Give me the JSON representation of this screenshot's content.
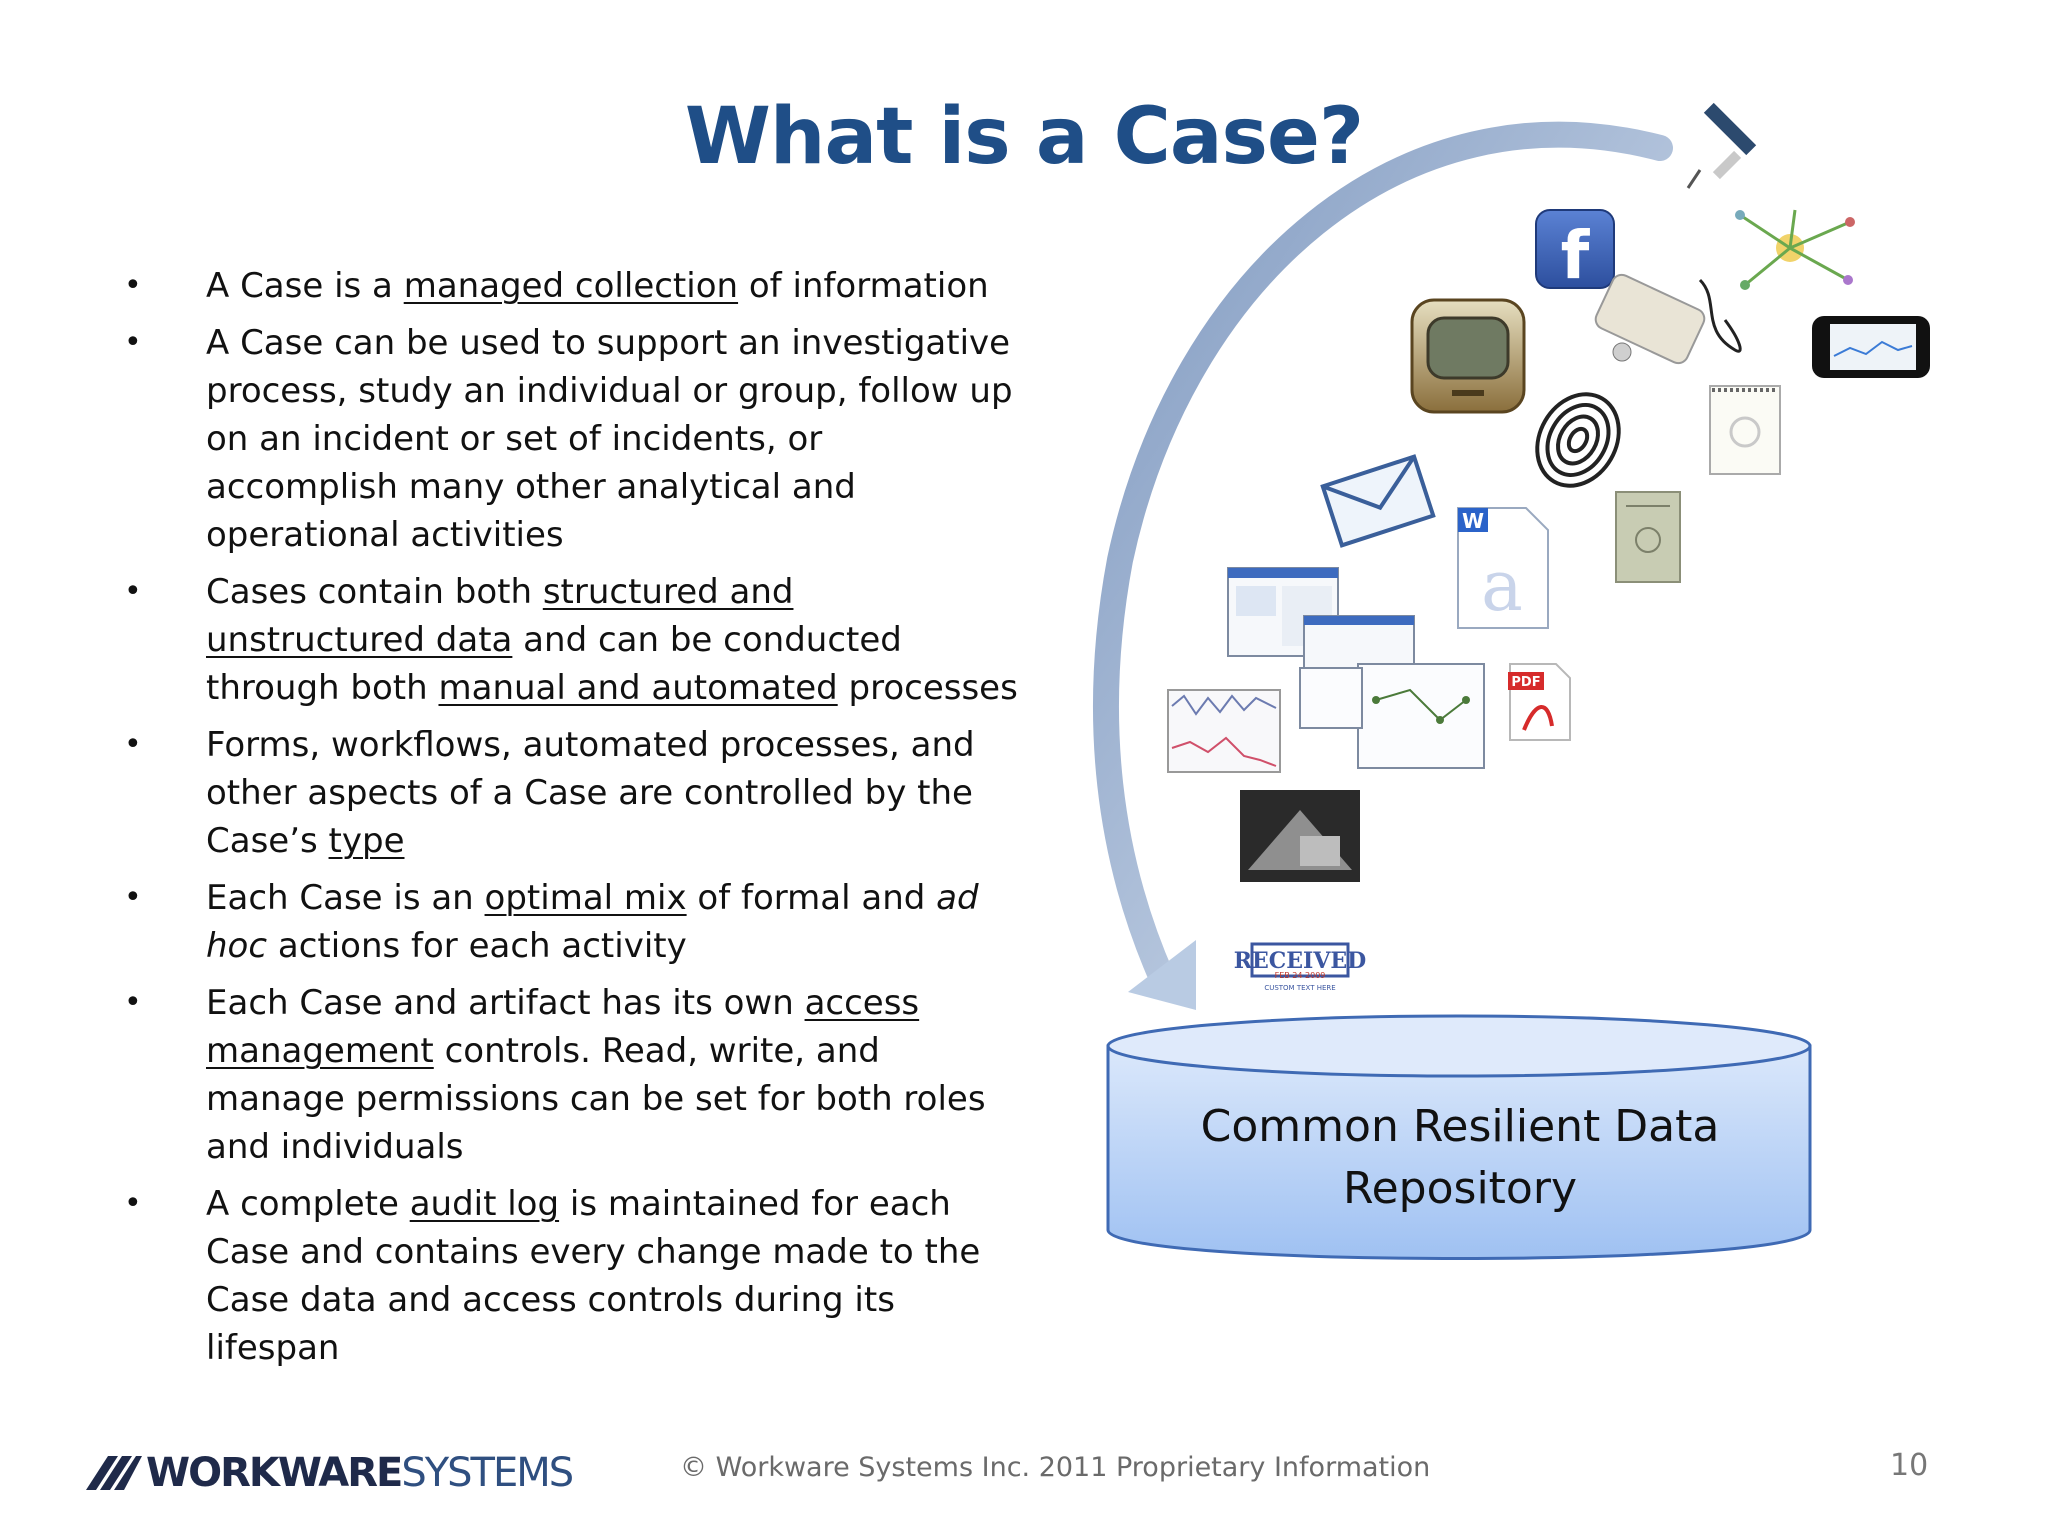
{
  "title": "What is a Case?",
  "bullets": [
    {
      "parts": [
        {
          "t": "A Case is a ",
          "s": ""
        },
        {
          "t": "managed collection",
          "s": "u"
        },
        {
          "t": " of information",
          "s": ""
        }
      ]
    },
    {
      "parts": [
        {
          "t": "A Case can be used to support an investigative process, study an individual or group, follow up on an incident or set of incidents, or accomplish many other analytical and operational activities",
          "s": ""
        }
      ]
    },
    {
      "parts": [
        {
          "t": "Cases contain both ",
          "s": ""
        },
        {
          "t": "structured and unstructured data",
          "s": "u"
        },
        {
          "t": " and can be conducted through both ",
          "s": ""
        },
        {
          "t": "manual and automated",
          "s": "u"
        },
        {
          "t": " processes",
          "s": ""
        }
      ]
    },
    {
      "parts": [
        {
          "t": "Forms, workflows, automated processes, and other aspects of a Case are controlled by the Case’s ",
          "s": ""
        },
        {
          "t": "type",
          "s": "u"
        }
      ]
    },
    {
      "parts": [
        {
          "t": "Each Case is an ",
          "s": ""
        },
        {
          "t": "optimal mix",
          "s": "u"
        },
        {
          "t": " of formal and ",
          "s": ""
        },
        {
          "t": "ad hoc",
          "s": "i"
        },
        {
          "t": " actions for each activity",
          "s": ""
        }
      ]
    },
    {
      "parts": [
        {
          "t": "Each Case and artifact has its own ",
          "s": ""
        },
        {
          "t": "access management",
          "s": "u"
        },
        {
          "t": " controls.  Read, write, and manage permissions can be set for both roles and individuals",
          "s": ""
        }
      ]
    },
    {
      "parts": [
        {
          "t": "A complete ",
          "s": ""
        },
        {
          "t": "audit log",
          "s": "u"
        },
        {
          "t": " is maintained for each Case and contains every change made to the Case data and access controls during its lifespan",
          "s": ""
        }
      ]
    }
  ],
  "repository": {
    "line1": "Common Resilient Data",
    "line2": "Repository"
  },
  "icons": {
    "facebook_letter": "f",
    "pdf_label": "PDF",
    "word_letter": "W",
    "stamp_text": "RECEIVED",
    "stamp_date": "FEB 24 2009",
    "stamp_sub": "CUSTOM TEXT HERE"
  },
  "brand": {
    "bold": "WORKWARE",
    "light": "SYSTEMS"
  },
  "footer": "© Workware Systems Inc. 2011  Proprietary Information",
  "page_number": "10",
  "colors": {
    "title": "#1f4e87",
    "cylinder_top": "#dbe8fb",
    "cylinder_bottom": "#9fc1f2",
    "arrow": "#a9bfdc"
  }
}
